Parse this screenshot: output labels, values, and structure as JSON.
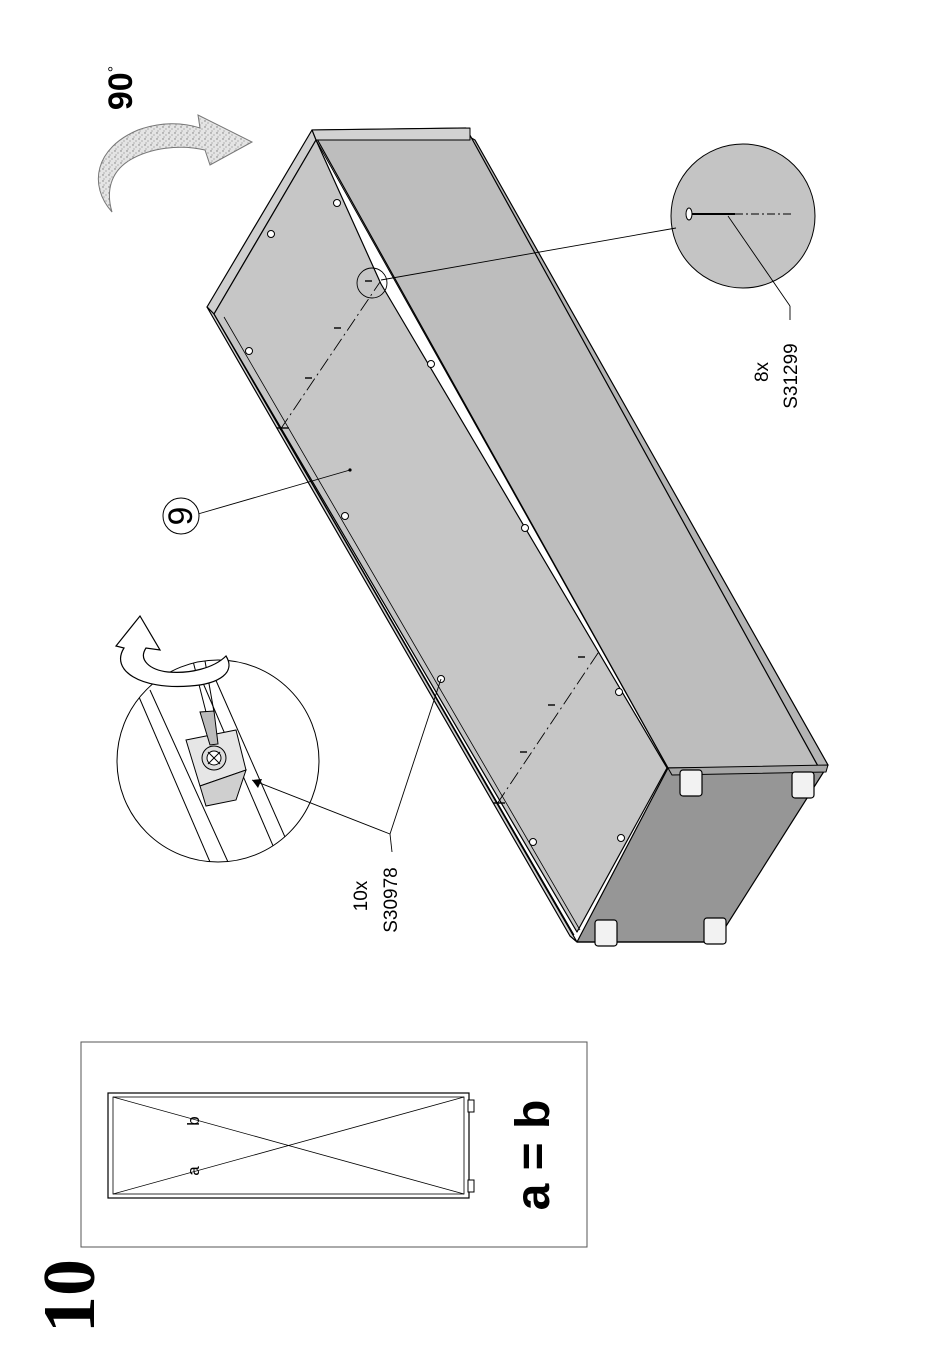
{
  "step": {
    "number": "10"
  },
  "rotation": {
    "value": "90",
    "unit": "°"
  },
  "square_check": {
    "a_label": "a",
    "b_label": "b",
    "rule": "a = b"
  },
  "screw_part": {
    "quantity": "10x",
    "code": "S30978"
  },
  "nail_part": {
    "quantity": "8x",
    "code": "S31299"
  },
  "panel_callout": {
    "number": "9"
  },
  "colors": {
    "line": "#000000",
    "panel_light": "#c8c8c8",
    "panel_mid": "#b6b6b6",
    "panel_dark": "#969696",
    "detail_circle": "#c4c4c4",
    "arrow_fill": "#d9d9d9"
  }
}
